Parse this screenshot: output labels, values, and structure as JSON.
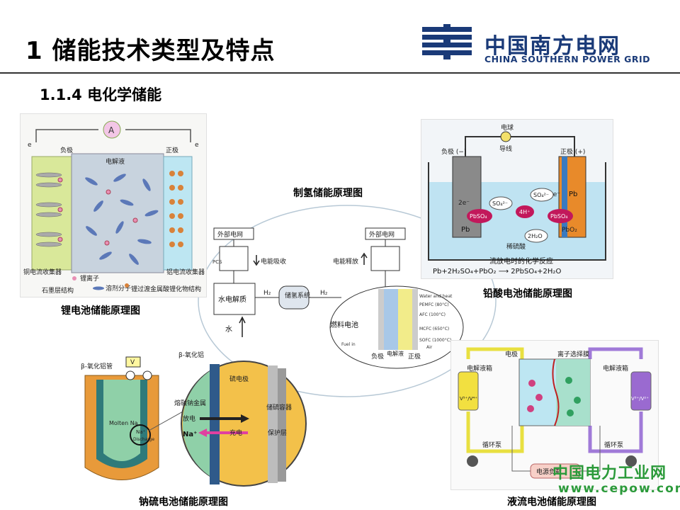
{
  "header": {
    "title": "1 储能技术类型及特点",
    "logo_cn": "中国南方电网",
    "logo_en": "CHINA SOUTHERN POWER GRID"
  },
  "section": {
    "title": "1.1.4 电化学储能"
  },
  "captions": {
    "hydrogen": "制氢储能原理图",
    "lithium": "锂电池储能原理图",
    "lead_acid": "铅酸电池储能原理图",
    "sodium_sulfur": "钠硫电池储能原理图",
    "flow": "液流电池储能原理图"
  },
  "lithium_diagram": {
    "ammeter": "A",
    "negative": "负极",
    "positive": "正极",
    "electrolyte": "电解液",
    "cu_collector": "铜电流收集器",
    "al_collector": "铝电流收集器",
    "li_ion": "锂离子",
    "solvent": "溶剂分子",
    "graphite": "石墨层结构",
    "metal_oxide": "锂过渡金属酸锂化物结构",
    "e_left": "e",
    "e_right": "e"
  },
  "hydrogen_diagram": {
    "grid_left": "外部电网",
    "grid_right": "外部电网",
    "absorb": "电能吸收",
    "release": "电能释放",
    "electrolysis": "水电解质",
    "storage": "储氢系统",
    "water": "水",
    "h2_a": "H₂",
    "h2_b": "H₂",
    "fuel_cell": "燃料电池",
    "negative": "负极",
    "electrolyte": "电解液",
    "positive": "正极",
    "pemfc": "PEMFC (80°C)",
    "afc": "AFC (100°C)",
    "mcfc": "MCFC (650°C)",
    "sofc": "SOFC (1000°C)",
    "water_heat": "Water and heat",
    "fuel_in": "Fuel in",
    "air": "Air",
    "pcs": "PCS"
  },
  "lead_diagram": {
    "bulb": "电球",
    "wire": "导线",
    "negative": "负极 (−)",
    "positive": "正极 (+)",
    "pb": "Pb",
    "pbo2": "PbO₂",
    "pbso4": "PbSO₄",
    "so4": "SO₄²⁻",
    "h": "4H⁺",
    "h2o": "2H₂O",
    "e2": "2e⁻",
    "acid": "稀硫酸",
    "reaction_title": "流放电时的化学反应",
    "reaction": "Pb+2H₂SO₄+PbO₂ ⟶ 2PbSO₄+2H₂O"
  },
  "sodium_diagram": {
    "tube": "β-氧化铝管",
    "alumina": "β-氧化铝",
    "v": "V",
    "molten_na": "Molten Na",
    "na_ion": "Na⁺",
    "discharge_en": "Discharge",
    "molten_metal": "熔融钠金属",
    "sulfur_electrode": "硫电极",
    "discharge": "放电",
    "charge": "充电",
    "container": "储硫容器",
    "protect": "保护层",
    "na": "Na⁺"
  },
  "flow_diagram": {
    "electrode": "电极",
    "membrane": "离子选择膜",
    "left_tank": "电解液箱",
    "right_tank": "电解液箱",
    "left_label": "V⁵⁺/V⁴⁺",
    "right_label": "V³⁺/V²⁺",
    "pump_left": "循环泵",
    "pump_right": "循环泵",
    "load": "电源负载"
  },
  "watermark": {
    "cn": "中国电力工业网",
    "url": "www.cepow.com"
  },
  "colors": {
    "logo_blue": "#1a3a78",
    "watermark_green": "#2b9a3a",
    "electrolyte_blue": "#bfe3f2",
    "sulfur_orange": "#f0a830",
    "pbso4_magenta": "#c2185b"
  }
}
